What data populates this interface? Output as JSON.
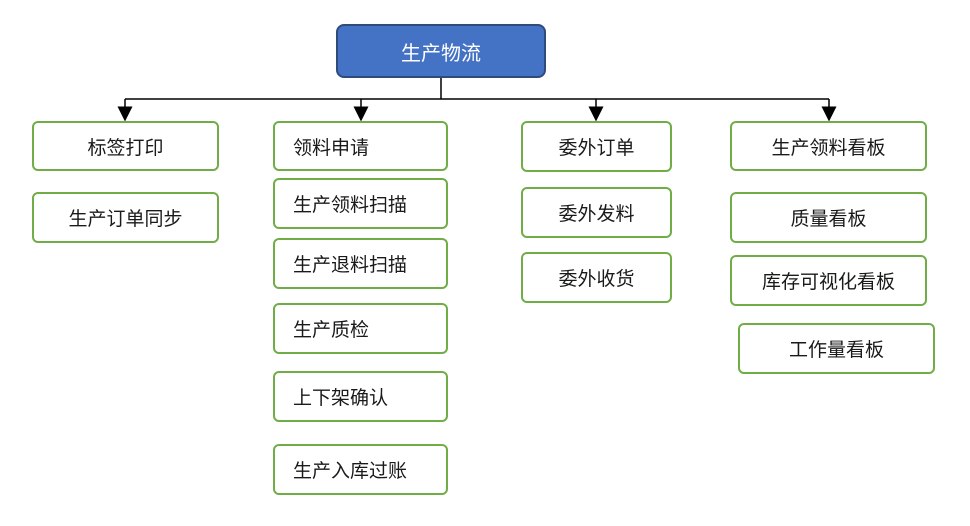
{
  "root": {
    "label": "生产物流"
  },
  "columns": [
    {
      "items": [
        "标签打印",
        "生产订单同步"
      ]
    },
    {
      "items": [
        "领料申请",
        "生产领料扫描",
        "生产退料扫描",
        "生产质检",
        "上下架确认",
        "生产入库过账"
      ]
    },
    {
      "items": [
        "委外订单",
        "委外发料",
        "委外收货"
      ]
    },
    {
      "items": [
        "生产领料看板",
        "质量看板",
        "库存可视化看板",
        "工作量看板"
      ]
    }
  ],
  "colors": {
    "root_fill": "#4472c4",
    "root_border": "#2f4b7c",
    "node_border": "#70ad47",
    "connector": "#000000"
  }
}
